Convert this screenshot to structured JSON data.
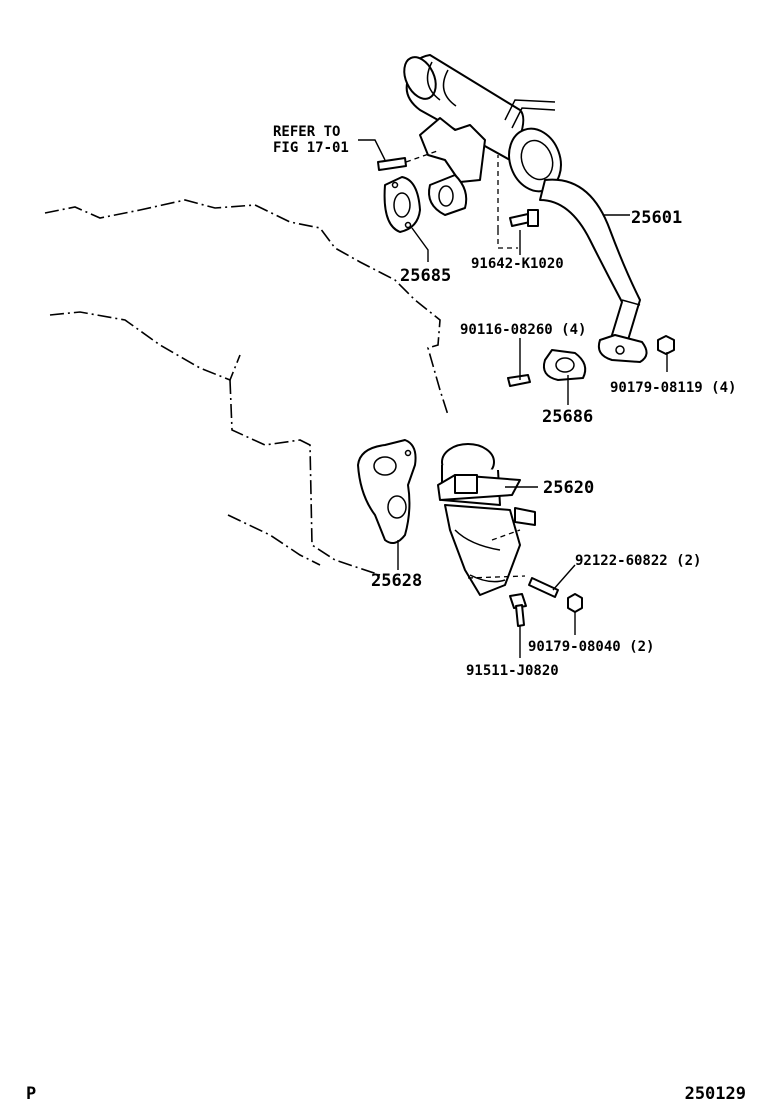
{
  "refer_text": {
    "line1": "REFER TO",
    "line2": "FIG 17-01"
  },
  "parts": [
    {
      "id": "p25601",
      "label": "25601"
    },
    {
      "id": "p25685",
      "label": "25685"
    },
    {
      "id": "p91642",
      "label": "91642-K1020"
    },
    {
      "id": "p90116",
      "label": "90116-08260 (4)"
    },
    {
      "id": "p25686",
      "label": "25686"
    },
    {
      "id": "p90179a",
      "label": "90179-08119 (4)"
    },
    {
      "id": "p25620",
      "label": "25620"
    },
    {
      "id": "p25628",
      "label": "25628"
    },
    {
      "id": "p92122",
      "label": "92122-60822 (2)"
    },
    {
      "id": "p90179b",
      "label": "90179-08040 (2)"
    },
    {
      "id": "p91511",
      "label": "91511-J0820"
    }
  ],
  "footer": {
    "left": "P",
    "right": "250129"
  }
}
